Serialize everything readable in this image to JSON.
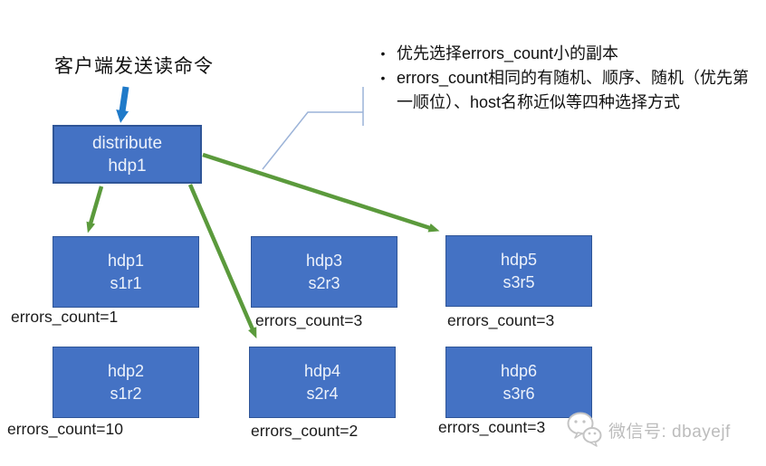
{
  "title": "客户端发送读命令",
  "notes": {
    "bullets": [
      "优先选择errors_count小的副本",
      "errors_count相同的有随机、顺序、随机（优先第一顺位）、host名称近似等四种选择方式"
    ],
    "marker": "•"
  },
  "distributor": {
    "line1": "distribute",
    "line2": "hdp1"
  },
  "nodes": [
    {
      "host": "hdp1",
      "shard": "s1r1",
      "errors_label": "errors_count=1"
    },
    {
      "host": "hdp3",
      "shard": "s2r3",
      "errors_label": "errors_count=3"
    },
    {
      "host": "hdp5",
      "shard": "s3r5",
      "errors_label": "errors_count=3"
    },
    {
      "host": "hdp2",
      "shard": "s1r2",
      "errors_label": "errors_count=10"
    },
    {
      "host": "hdp4",
      "shard": "s2r4",
      "errors_label": "errors_count=2"
    },
    {
      "host": "hdp6",
      "shard": "s3r6",
      "errors_label": "errors_count=3"
    }
  ],
  "watermark": {
    "text": "微信号: dbayejf",
    "icon": "wechat-icon"
  },
  "colors": {
    "node_fill": "#4472C4",
    "node_border": "#2F5597",
    "arrow_blue": "#1F7AC9",
    "arrow_green": "#5B9A3C",
    "callout_line": "#9CB3D8",
    "watermark_gray": "#C4C4C4",
    "text": "#111111"
  }
}
